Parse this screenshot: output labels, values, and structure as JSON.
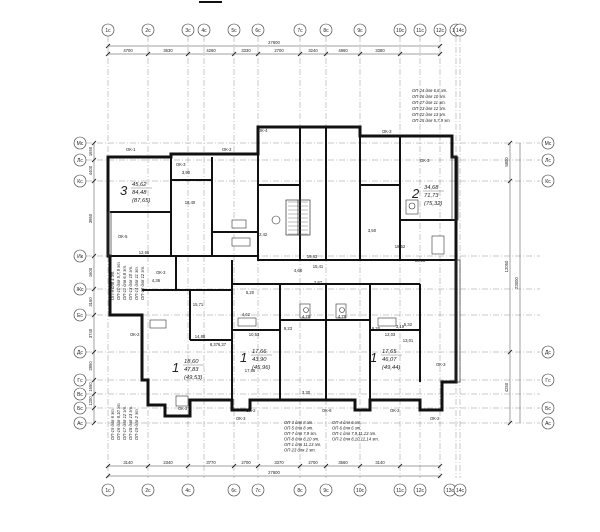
{
  "axes_x": [
    "1c",
    "2c",
    "3c",
    "4c",
    "5c",
    "6c",
    "7c",
    "8c",
    "9c",
    "10c",
    "11c",
    "12c",
    "13c",
    "14c"
  ],
  "axes_x_bottom": [
    "1c",
    "2c",
    "4c",
    "6c",
    "7c",
    "8c",
    "9c",
    "10c",
    "11c",
    "12c",
    "13c",
    "14c"
  ],
  "axes_y": [
    "Mc",
    "Лc",
    "Кc",
    "Ик",
    "Жс",
    "Ес",
    "Дс",
    "Гс",
    "Вс",
    "Бс",
    "Ас"
  ],
  "dims_top_total": "27600",
  "dims_top": [
    "4700",
    "3630",
    "4260",
    "3330",
    "2700",
    "3240",
    "4860",
    "3380"
  ],
  "dims_bottom_total": "27600",
  "dims_bottom": [
    "3140",
    "2340",
    "3770",
    "2700",
    "3370",
    "2700",
    "3560",
    "3140"
  ],
  "dims_left": [
    "1650",
    "4400",
    "3950",
    "1600",
    "3160",
    "3740",
    "2850",
    "1650",
    "1200"
  ],
  "dims_right_total": "23000",
  "dims_right": [
    "5800",
    "12050",
    "4250"
  ],
  "apartments": [
    {
      "num": "3",
      "a1": "45,62",
      "a2": "84,48",
      "a3": "(87,65)"
    },
    {
      "num": "2",
      "a1": "34,68",
      "a2": "71,73",
      "a3": "(75,32)"
    },
    {
      "num": "1",
      "a1": "18,60",
      "a2": "47,83",
      "a3": "(49,53)"
    },
    {
      "num": "1",
      "a1": "17,66",
      "a2": "43,90",
      "a3": "(45,96)"
    },
    {
      "num": "1",
      "a1": "17,65",
      "a2": "46,07",
      "a3": "(49,44)"
    }
  ],
  "windows": [
    "ОК-1",
    "ОК-3",
    "ОК-2",
    "ОК-4",
    "ОК-3",
    "ОК-3",
    "ОК-5",
    "ОК-3",
    "ОК-2",
    "ОК-2",
    "ОК-3",
    "ОК-2",
    "ОК-6",
    "ОК-2",
    "ОК-2",
    "ОК-3"
  ],
  "notes_top_right": [
    "ОП-24 для 6,8 эт.",
    "ОП-26 для 10 эт.",
    "ОП-27 для 11 эт.",
    "ОП-23 для 12 эт.",
    "ОП-22 для 13 эт.",
    "ОП-25 для 5,7,9 эт."
  ],
  "notes_left_mid": [
    "ОП-9 для 4 эт.",
    "ОП-10 для 5,7,9 эт.",
    "ОП-11 для 6,8 эт.",
    "ОП-13 для 10 эт.",
    "ОП-14 для 11 эт.",
    "ОП-12 для 12 эт."
  ],
  "notes_left_low": [
    "ОП-15 для 6 эт.",
    "ОП-16 для 8,10 эт.",
    "ОП-17 для 12 эт.",
    "ОП-18 для 13 эт.",
    "ОП-19 для 2 эт."
  ],
  "notes_bottom_a": [
    "ОП-3 для 8 эт.",
    "ОП-5 для 8 эт.",
    "ОП-7 для 7,9 эт.",
    "ОП-8 для 8,10 эт.",
    "ОП-1 для 11,13 эт.",
    "ОП-23 для 2 эт."
  ],
  "notes_bottom_b": [
    "ОП-4 для 6 эт.",
    "ОП-6 для 6 эт.",
    "ОП-1 для 7,9,11,13 эт.",
    "ОП-2 для 8,10,12,14 эт."
  ],
  "room_sizes": [
    "3,90",
    "18,40",
    "12,66",
    "4,36",
    "15,71",
    "6,37",
    "14,80",
    "12,42",
    "3,50",
    "19,63",
    "18,52",
    "17,66",
    "4,79",
    "4,79",
    "9,23",
    "9,20",
    "8,37",
    "3,19",
    "4,62",
    "5,32",
    "10,53",
    "12,03",
    "13,01",
    "18,13",
    "15,41",
    "4,68",
    "2,87",
    "5,20",
    "3,30"
  ]
}
